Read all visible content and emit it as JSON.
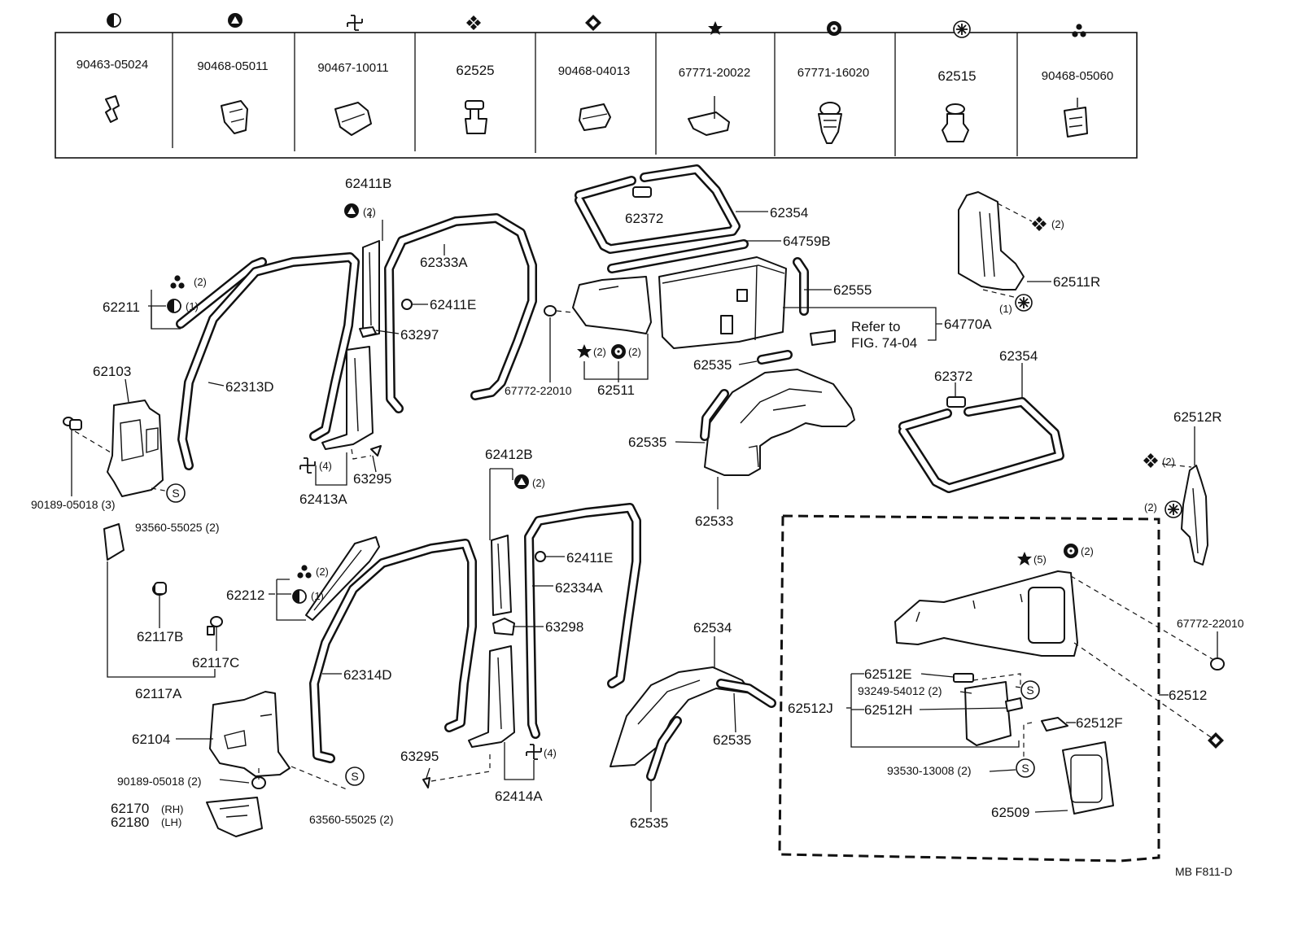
{
  "header_table": {
    "cells": [
      {
        "symbol": "half-circle-icon",
        "part_no": "90463-05024"
      },
      {
        "symbol": "triangle-in-circle-icon",
        "part_no": "90468-05011"
      },
      {
        "symbol": "pinwheel-icon",
        "part_no": "90467-10011"
      },
      {
        "symbol": "four-diamond-icon",
        "part_no": "62525"
      },
      {
        "symbol": "diamond-outline-icon",
        "part_no": "90468-04013"
      },
      {
        "symbol": "star-icon",
        "part_no": "67771-20022"
      },
      {
        "symbol": "ring-icon",
        "part_no": "67771-16020"
      },
      {
        "symbol": "asterisk-circle-icon",
        "part_no": "62515"
      },
      {
        "symbol": "three-dot-icon",
        "part_no": "90468-05060"
      }
    ]
  },
  "callouts": {
    "p62411B": "62411B",
    "q62411B": "(2)",
    "p62333A": "62333A",
    "p62411E_a": "62411E",
    "p63297": "63297",
    "p62211": "62211",
    "q62211a": "(2)",
    "q62211b": "(1)",
    "p62103": "62103",
    "p62313D": "62313D",
    "p90189a": "90189-05018 (3)",
    "p93560": "93560-55025 (2)",
    "p62413A": "62413A",
    "q62413A": "(4)",
    "p63295a": "63295",
    "p62372a": "62372",
    "p62354a": "62354",
    "p64759B": "64759B",
    "p62555": "62555",
    "p64770A": "64770A",
    "refer1": "Refer to",
    "refer2": "FIG. 74-04",
    "p67772a": "67772-22010",
    "p62511": "62511",
    "q62511a": "(2)",
    "q62511b": "(2)",
    "p62511R": "62511R",
    "q62511Ra": "(2)",
    "q62511Rb": "(1)",
    "p62535a": "62535",
    "p62535b": "62535",
    "p62533": "62533",
    "p62372b": "62372",
    "p62354b": "62354",
    "p62512R": "62512R",
    "q62512Ra": "(2)",
    "q62512Rb": "(2)",
    "p62412B": "62412B",
    "q62412B": "(2)",
    "p62411E_b": "62411E",
    "p62334A": "62334A",
    "p63298": "63298",
    "p62212": "62212",
    "q62212a": "(2)",
    "q62212b": "(1)",
    "p62117B": "62117B",
    "p62117C": "62117C",
    "p62117A": "62117A",
    "p62314D": "62314D",
    "p62104": "62104",
    "p90189b": "90189-05018 (2)",
    "p62170": "62170",
    "p62170s": "(RH)",
    "p62180": "62180",
    "p62180s": "(LH)",
    "p63560": "63560-55025 (2)",
    "p63295b": "63295",
    "p62414A": "62414A",
    "q62414A": "(4)",
    "p62534": "62534",
    "p62535c": "62535",
    "p62535d": "62535",
    "q_star5": "(5)",
    "q_ring2": "(2)",
    "p67772b": "67772-22010",
    "p62512": "62512",
    "p62512E": "62512E",
    "p93249": "93249-54012 (2)",
    "p62512J": "62512J",
    "p62512H": "62512H",
    "p62512F": "62512F",
    "p93530": "93530-13008 (2)",
    "p62509": "62509",
    "s_sym": "S",
    "footer": "MB   F811-D"
  }
}
